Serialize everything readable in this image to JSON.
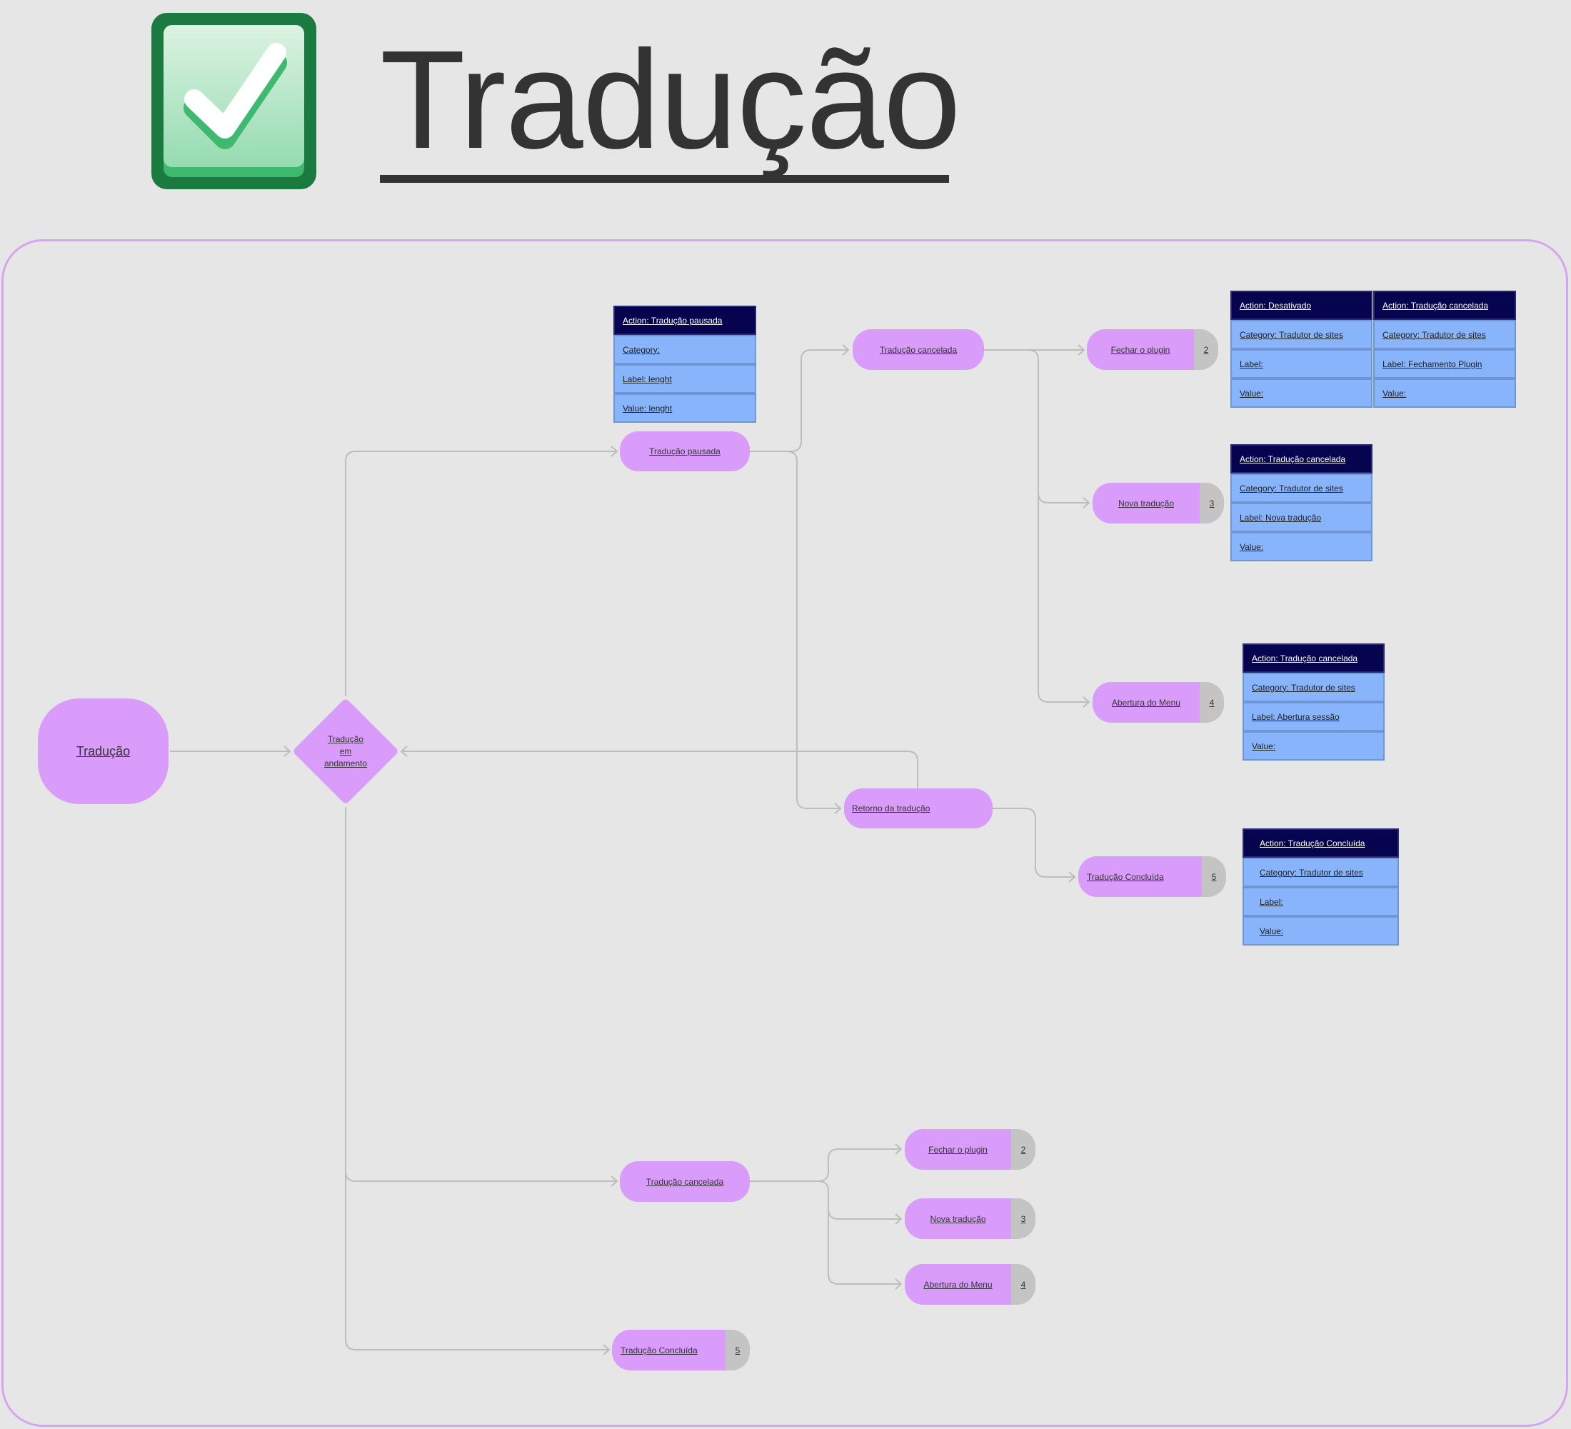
{
  "page": {
    "title": "Tradução"
  },
  "header_icon": "check-mark-button-icon",
  "colors": {
    "background": "#e6e6e6",
    "frame_border": "#d5a5f2",
    "node_fill": "#d99cfa",
    "number_tab": "#c4c4c4",
    "card_header": "#06044f",
    "card_row": "#88b4fc",
    "connector": "#bdbdbd",
    "icon_dark_green": "#1a7a3f",
    "icon_light_green": "#a8e2bd"
  },
  "nodes": {
    "start": "Tradução",
    "decision": {
      "line1": "Tradução",
      "line2": "em",
      "line3": "andamento"
    },
    "paused": "Tradução pausada",
    "cancelled_top": "Tradução cancelada",
    "return": "Retorno da tradução",
    "close_plugin_top": {
      "label": "Fechar o plugin",
      "number": "2"
    },
    "new_translation_top": {
      "label": "Nova tradução",
      "number": "3"
    },
    "open_menu_top": {
      "label": "Abertura do Menu",
      "number": "4"
    },
    "completed_top": {
      "label": "Tradução Concluída",
      "number": "5"
    },
    "cancelled_bottom": "Tradução cancelada",
    "close_plugin_bottom": {
      "label": "Fechar o plugin",
      "number": "2"
    },
    "new_translation_bottom": {
      "label": "Nova tradução",
      "number": "3"
    },
    "open_menu_bottom": {
      "label": "Abertura do Menu",
      "number": "4"
    },
    "completed_bottom": {
      "label": "Tradução Concluída",
      "number": "5"
    }
  },
  "cards": {
    "paused": {
      "action": "Action: Tradução pausada",
      "category": "Category:",
      "label": "Label: lenght",
      "value": "Value: lenght"
    },
    "disabled": {
      "action": "Action: Desativado",
      "category": "Category: Tradutor de sites",
      "label": "Label:",
      "value": "Value:"
    },
    "cancel_close": {
      "action": "Action: Tradução cancelada",
      "category": "Category: Tradutor de sites",
      "label": "Label: Fechamento Plugin",
      "value": "Value:"
    },
    "cancel_new": {
      "action": "Action: Tradução cancelada",
      "category": "Category: Tradutor de sites",
      "label": "Label: Nova tradução",
      "value": "Value:"
    },
    "cancel_menu": {
      "action": "Action: Tradução cancelada",
      "category": "Category: Tradutor de sites",
      "label": "Label: Abertura sessão",
      "value": "Value:"
    },
    "completed": {
      "action": "Action: Tradução Concluída",
      "category": "Category: Tradutor de sites",
      "label": "Label:",
      "value": "Value:"
    }
  }
}
